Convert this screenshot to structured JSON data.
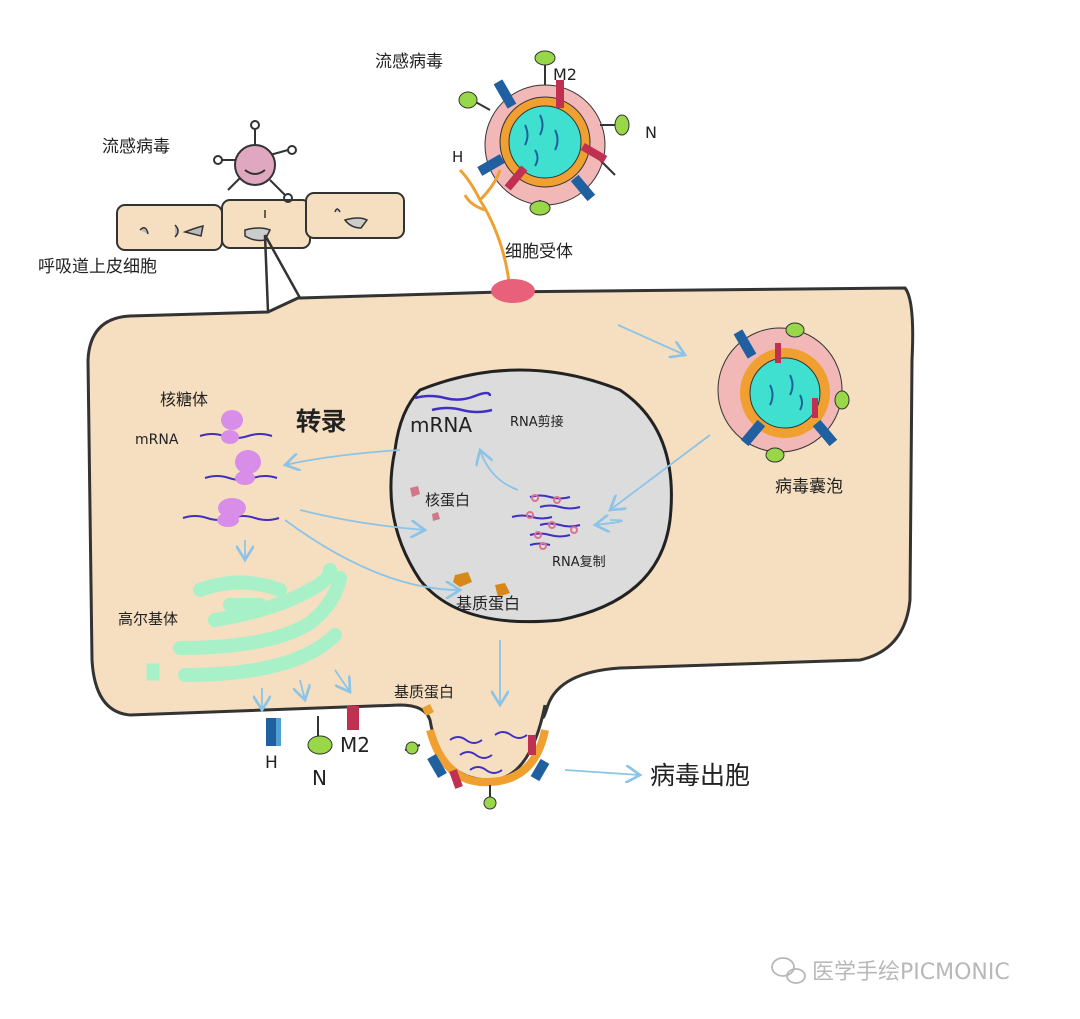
{
  "labels": {
    "flu_virus_top": "流感病毒",
    "flu_virus_left": "流感病毒",
    "m2_top": "M2",
    "n_top": "N",
    "h_top": "H",
    "cell_receptor": "细胞受体",
    "airway_epithelium": "呼吸道上皮细胞",
    "ribosome": "核糖体",
    "mrna_cyto": "mRNA",
    "transcription": "转录",
    "mrna_nucleus": "mRNA",
    "rna_splicing": "RNA剪接",
    "nucleoprotein": "核蛋白",
    "rna_replication": "RNA复制",
    "matrix_protein_nucleus": "基质蛋白",
    "golgi": "高尔基体",
    "virus_vesicle": "病毒囊泡",
    "matrix_protein_bud": "基质蛋白",
    "h_bottom": "H",
    "n_bottom": "N",
    "m2_bottom": "M2",
    "virus_exit": "病毒出胞"
  },
  "watermark": "医学手绘PICMONIC",
  "colors": {
    "cell": "#f6dfc0",
    "nucleus": "#dcdcdc",
    "virus_core": "#3fe0d0",
    "virus_envelope": "#f0a030",
    "virus_halo": "#f2b8b8",
    "golgi": "#a8f0c8",
    "ribosome": "#d88ee8",
    "receptor": "#e8607a",
    "arrow": "#8cc4e8",
    "rna": "#4030c0"
  }
}
